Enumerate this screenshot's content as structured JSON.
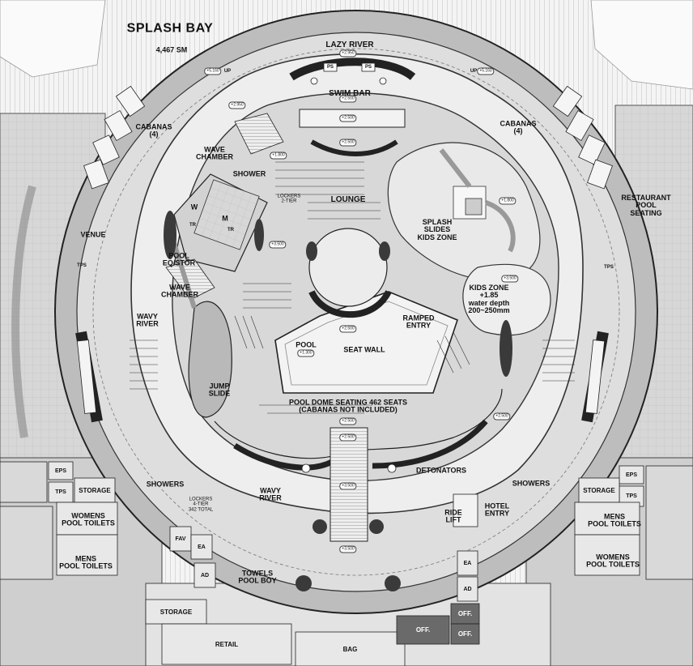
{
  "title": {
    "name": "SPLASH BAY",
    "area": "4,467 SM"
  },
  "labels": {
    "lazy_river": "LAZY RIVER",
    "swim_bar": "SWIM BAR",
    "cabanas_left": "CABANAS\n(4)",
    "cabanas_right": "CABANAS\n(4)",
    "wave_chamber_top": "WAVE\nCHAMBER",
    "shower": "SHOWER",
    "lockers_2tier": "LOCKERS\n2-TIER",
    "lounge": "LOUNGE",
    "splash_slides": "SPLASH\nSLIDES\nKIDS ZONE",
    "restaurant": "RESTAURANT\nPOOL\nSEATING",
    "venue": "VENUE",
    "pool_eq": "POOL\nEQ/STOR",
    "wave_chamber_mid": "WAVE\nCHAMBER",
    "wavy_river_left": "WAVY\nRIVER",
    "kids_zone": "KIDS ZONE\n+1.85\nwater depth\n200~250mm",
    "ramped_entry": "RAMPED\nENTRY",
    "pool": "POOL",
    "seat_wall": "SEAT WALL",
    "jump_slide": "JUMP\nSLIDE",
    "pool_dome": "POOL DOME SEATING 462 SEATS\n(CABANAS NOT INCLUDED)",
    "detonators": "DETONATORS",
    "showers_left": "SHOWERS",
    "showers_right": "SHOWERS",
    "wavy_river_bottom": "WAVY\nRIVER",
    "lockers_4tier": "LOCKERS\n4-TIER\n342 TOTAL",
    "ride_lift": "RIDE\nLIFT",
    "hotel_entry": "HOTEL\nENTRY",
    "towels": "TOWELS\nPOOL BOY",
    "womens_left": "WOMENS\nPOOL TOILETS",
    "mens_left": "MENS\nPOOL TOILETS",
    "mens_right": "MENS\nPOOL TOILETS",
    "womens_right": "WOMENS\nPOOL TOILETS",
    "tps_left": "TPS",
    "tps_right": "TPS",
    "w": "W",
    "m": "M",
    "tr1": "TR",
    "tr2": "TR"
  },
  "rooms": {
    "eps_left": "EPS",
    "tps_left_low": "TPS",
    "storage_left": "STORAGE",
    "eps_right": "EPS",
    "tps_right_low": "TPS",
    "storage_right": "STORAGE",
    "fav": "FAV",
    "ea_left": "EA",
    "ad_left": "AD",
    "ea_right": "EA",
    "ad_right": "AD",
    "storage_bottom": "STORAGE",
    "retail": "RETAIL",
    "bag": "BAG",
    "off1": "OFF.",
    "off2": "OFF.",
    "off3": "OFF."
  },
  "levels": {
    "l1": "+5.160",
    "l2": "+5.160",
    "l3": "+2.950",
    "l4": "+2.950",
    "l5": "+2.500",
    "l6": "+2.500",
    "l7": "+1.800",
    "l8": "+2.500",
    "l9": "+2.500",
    "l10": "+1.300",
    "l11": "+2.500",
    "l12": "+2.500",
    "l13": "+3.500",
    "l14": "+1.800",
    "l15": "+3.500",
    "l16": "+3.500",
    "l17": "+2.500",
    "l18": "+3.500"
  },
  "markers": {
    "ps1": "PS",
    "ps2": "PS",
    "up1": "UP",
    "up2": "UP"
  },
  "colors": {
    "deck": "#dcdcdc",
    "water": "#ececec",
    "building": "#c9c9c9",
    "dark_room": "#6a6a6a",
    "outline": "#333333"
  }
}
